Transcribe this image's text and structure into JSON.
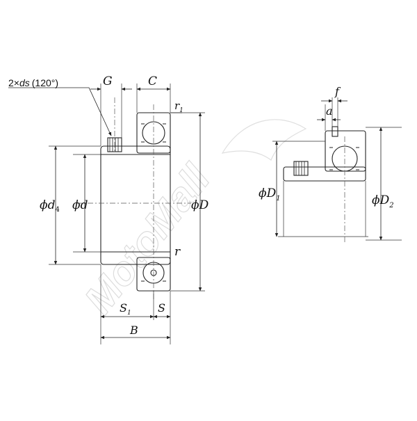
{
  "labels": {
    "ds_note_prefix": "2×",
    "ds_note_symbol": "ds",
    "ds_note_angle": "(120°)",
    "G": "G",
    "C": "C",
    "r1": "r",
    "r1_sub": "1",
    "phi_d4": "ϕ",
    "d4": "d",
    "d4_sub": "4",
    "phi_d": "ϕ",
    "d": "d",
    "phi_D": "ϕ",
    "D": "D",
    "r": "r",
    "S1": "S",
    "S1_sub": "1",
    "S": "S",
    "B": "B",
    "f": "f",
    "a": "a",
    "phi_D1": "ϕ",
    "D1": "D",
    "D1_sub": "1",
    "phi_D2": "ϕ",
    "D2": "D",
    "D2_sub": "2"
  },
  "watermark": {
    "text": "MotoMall"
  },
  "colors": {
    "line": "#222222",
    "dim": "#333333",
    "watermark": "#d9d9d9"
  }
}
